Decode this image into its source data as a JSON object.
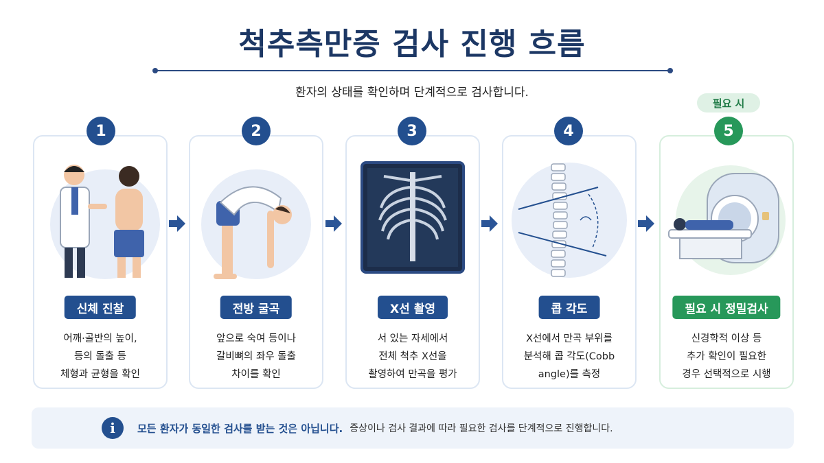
{
  "title": "척추측만증 검사 진행 흐름",
  "subtitle": "환자의 상태를 확인하며 단계적으로 검사합니다.",
  "optional_badge": "필요 시",
  "steps": [
    {
      "number": "1",
      "label": "신체 진찰",
      "description": "어깨·골반의 높이,\n등의 돌출 등\n체형과 균형을 확인",
      "illustration": "doctor-examining-patient"
    },
    {
      "number": "2",
      "label": "전방 굴곡",
      "description": "앞으로 숙여 등이나\n갈비뼈의 좌우 돌출\n차이를 확인",
      "illustration": "forward-bend-test"
    },
    {
      "number": "3",
      "label": "X선 촬영",
      "description": "서 있는 자세에서\n전체 척추 X선을\n촬영하여 만곡을 평가",
      "illustration": "chest-spine-xray"
    },
    {
      "number": "4",
      "label": "콥 각도",
      "description": "X선에서 만곡 부위를\n분석해 콥 각도(Cobb\nangle)를 측정",
      "illustration": "cobb-angle-spine"
    },
    {
      "number": "5",
      "label": "필요 시 정밀검사",
      "description": "신경학적 이상 등\n추가 확인이 필요한\n경우 선택적으로 시행",
      "illustration": "mri-scanner"
    }
  ],
  "notice": {
    "strong": "모든 환자가 동일한 검사를 받는 것은 아닙니다.",
    "normal": "증상이나 검사 결과에 따라 필요한 검사를 단계적으로 진행합니다.",
    "icon": "info-icon"
  },
  "colors": {
    "primary": "#234f8f",
    "accent_green": "#27985a",
    "title": "#1c3764",
    "notice_bg": "#eef3fa"
  }
}
